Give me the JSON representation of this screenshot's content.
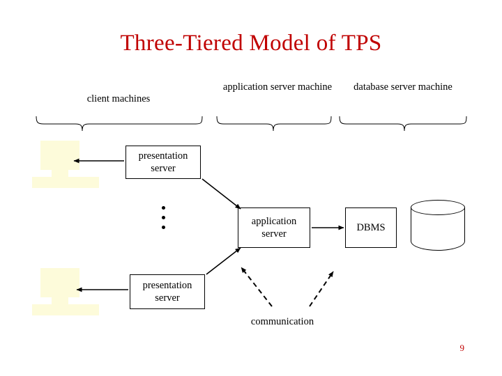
{
  "slide": {
    "title": "Three-Tiered Model of TPS",
    "page_number": "9",
    "title_color": "#c00000"
  },
  "column_headers": [
    {
      "id": "client",
      "text": "client machines"
    },
    {
      "id": "appserver",
      "text": "application server machine"
    },
    {
      "id": "dbserver",
      "text": "database server machine"
    }
  ],
  "nodes": {
    "presentation_server_top": "presentation server",
    "presentation_server_bottom": "presentation server",
    "application_server": "application server",
    "dbms": "DBMS"
  },
  "annotations": {
    "communication": "communication",
    "ellipsis": "vertical-dots"
  },
  "icons": {
    "client_machine": "client-machine-icon",
    "database_cylinder": "database-cylinder-icon",
    "brace": "curly-brace-icon",
    "arrow": "arrow-icon",
    "dashed_arrow": "dashed-arrow-icon"
  }
}
